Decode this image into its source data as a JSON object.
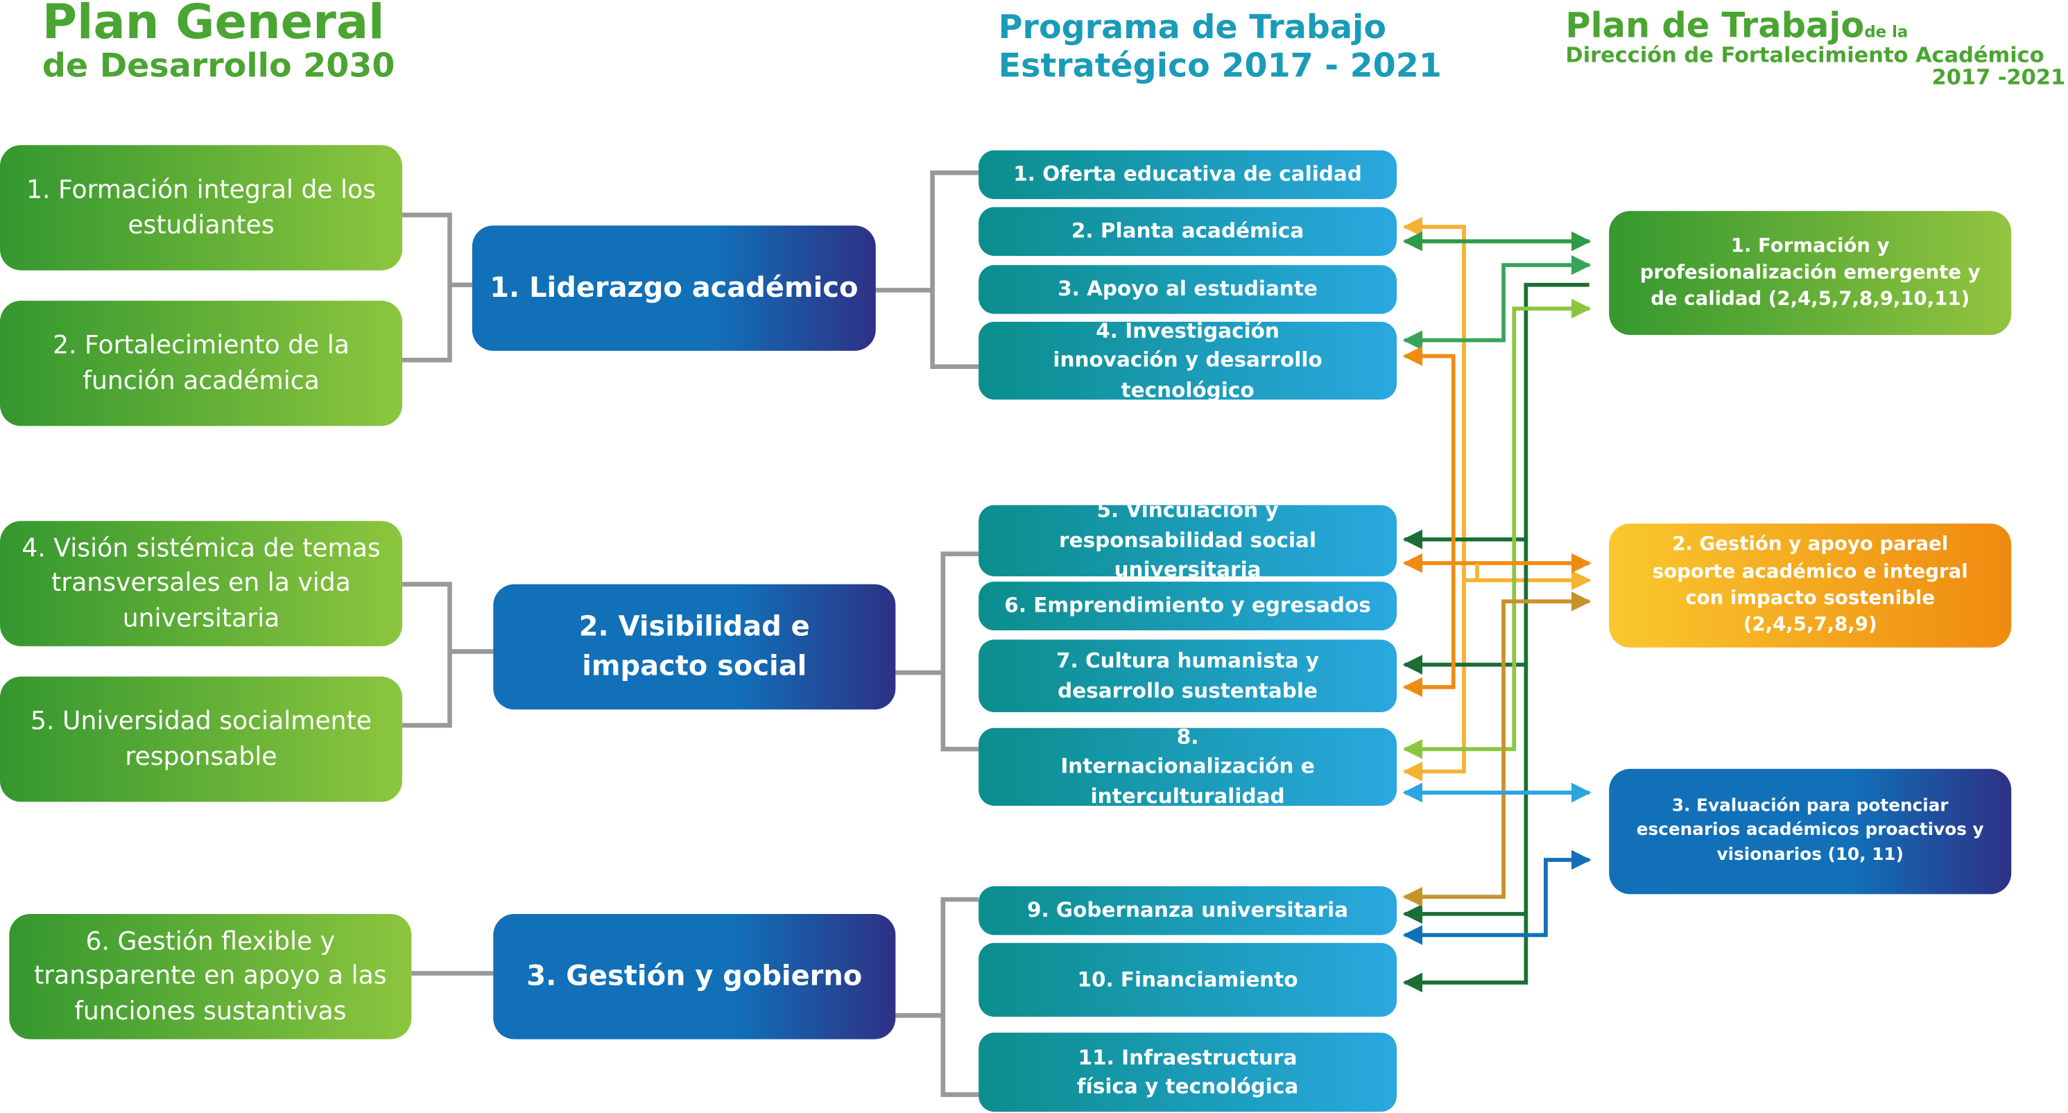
{
  "titles": {
    "pgd_line1": "Plan General",
    "pgd_line2": "de Desarrollo 2030",
    "pte_line1": "Programa de Trabajo",
    "pte_line2": "Estratégico 2017 - 2021",
    "ptd_line1": "Plan de Trabajo",
    "ptd_small": "de la",
    "ptd_line2": "Dirección de Fortalecimiento Académico",
    "ptd_line3": "2017 -2021"
  },
  "pgd_items": [
    "1. Formación integral de los estudiantes",
    "2. Fortalecimiento de la función académica",
    "4. Visión sistémica de temas transversales en la vida universitaria",
    "5. Universidad socialmente responsable",
    "6. Gestión flexible y transparente en apoyo a las funciones sustantivas"
  ],
  "axes": [
    "1. Liderazgo académico",
    "2. Visibilidad e impacto social",
    "3. Gestión y gobierno"
  ],
  "programs": [
    "1. Oferta educativa de calidad",
    "2. Planta académica",
    "3. Apoyo al estudiante",
    "4. Investigación innovación y desarrollo tecnológico",
    "5. Vinculación y responsabilidad social universitaria",
    "6. Emprendimiento y egresados",
    "7. Cultura humanista y desarrollo sustentable",
    "8. Internacionalización e interculturalidad",
    "9. Gobernanza universitaria",
    "10. Financiamiento",
    "11. Infraestructura física y tecnológica"
  ],
  "plan_items": [
    "1. Formación y profesionalización emergente y de calidad (2,4,5,7,8,9,10,11)",
    "2. Gestión y apoyo parael soporte académico e integral con impacto sostenible (2,4,5,7,8,9)",
    "3. Evaluación para potenciar escenarios académicos proactivos y visionarios (10, 11)"
  ],
  "colors": {
    "connector": "#999999",
    "yellow": "#f6b233",
    "orange": "#ef8c10",
    "green": "#2e9b47",
    "dark_green": "#1b6e34",
    "lime": "#8cc63e",
    "brown": "#c8922a",
    "light_blue": "#2aa5e0",
    "dark_blue": "#1170b8"
  }
}
